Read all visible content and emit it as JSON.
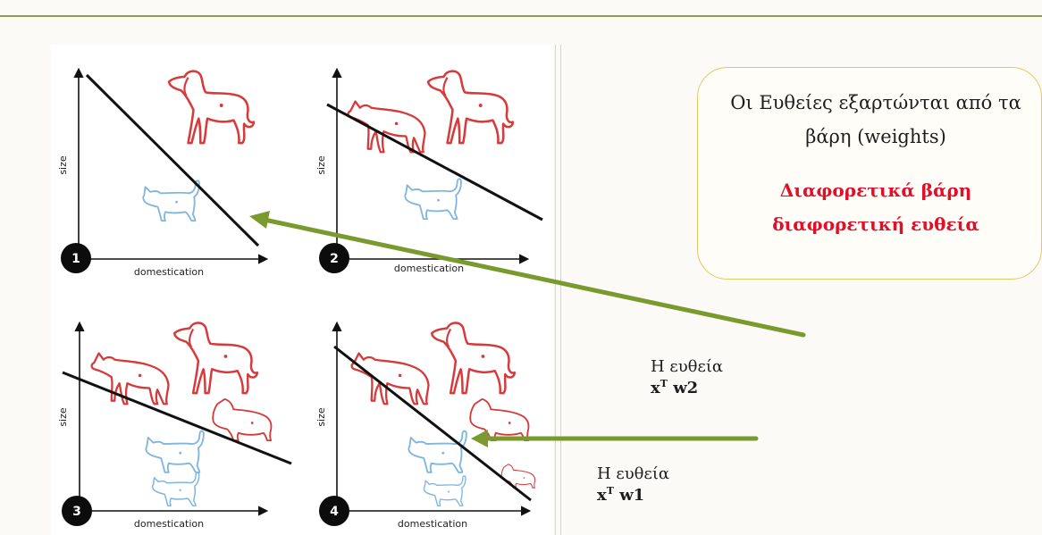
{
  "plots": [
    {
      "badge": "1",
      "xlabel": "domestication",
      "ylabel": "size"
    },
    {
      "badge": "2",
      "xlabel": "domestication",
      "ylabel": "size"
    },
    {
      "badge": "3",
      "xlabel": "domestication",
      "ylabel": "size"
    },
    {
      "badge": "4",
      "xlabel": "domestication",
      "ylabel": "size"
    }
  ],
  "callout": {
    "line1": "Οι Ευθείες εξαρτώνται από τα βάρη (weights)",
    "line2": "Διαφορετικά βάρη διαφορετική ευθεία"
  },
  "labels": {
    "w2_title": "Η ευθεία",
    "w2_base": "x",
    "w2_sup": "T",
    "w2_weight": " w2",
    "w1_title": "Η ευθεία",
    "w1_base": "x",
    "w1_sup": "T",
    "w1_weight": " w1"
  },
  "colors": {
    "dog": "#d63a3a",
    "cat": "#7fb6df",
    "arrow": "#7a9a2e",
    "accent_text": "#e0102b",
    "box_border": "#e5c766"
  }
}
